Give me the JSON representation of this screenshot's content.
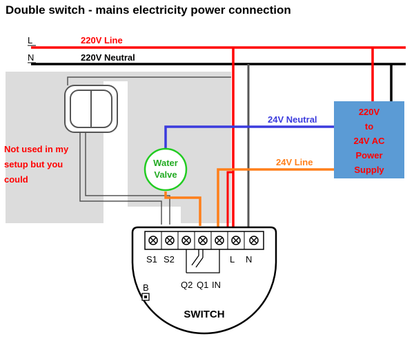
{
  "title": "Double switch - mains electricity power connection",
  "wires": {
    "line_tag": "L",
    "line_label": "220V Line",
    "neutral_tag": "N",
    "neutral_label": "220V Neutral",
    "low_neutral_label": "24V Neutral",
    "low_line_label": "24V Line"
  },
  "note": {
    "line1": "Not used in my",
    "line2": "setup but you",
    "line3": "could"
  },
  "valve": {
    "line1": "Water",
    "line2": "Valve"
  },
  "power_supply": {
    "line1": "220V",
    "line2": "to",
    "line3": "24V AC",
    "line4": "Power",
    "line5": "Supply"
  },
  "switch_module": {
    "label": "SWITCH",
    "terminal_s1": "S1",
    "terminal_s2": "S2",
    "terminal_l": "L",
    "terminal_n": "N",
    "output_q2": "Q2",
    "output_q1": "Q1",
    "input_in": "IN",
    "button_b": "B"
  },
  "colors": {
    "line_wire": "#ff0000",
    "neutral_wire": "#000000",
    "low_neutral_wire": "#3b3bdd",
    "low_line_wire": "#ff7f1a",
    "valve_ring": "#22cc22",
    "supply_box": "#5b9bd5",
    "note_text": "#ff0000"
  }
}
